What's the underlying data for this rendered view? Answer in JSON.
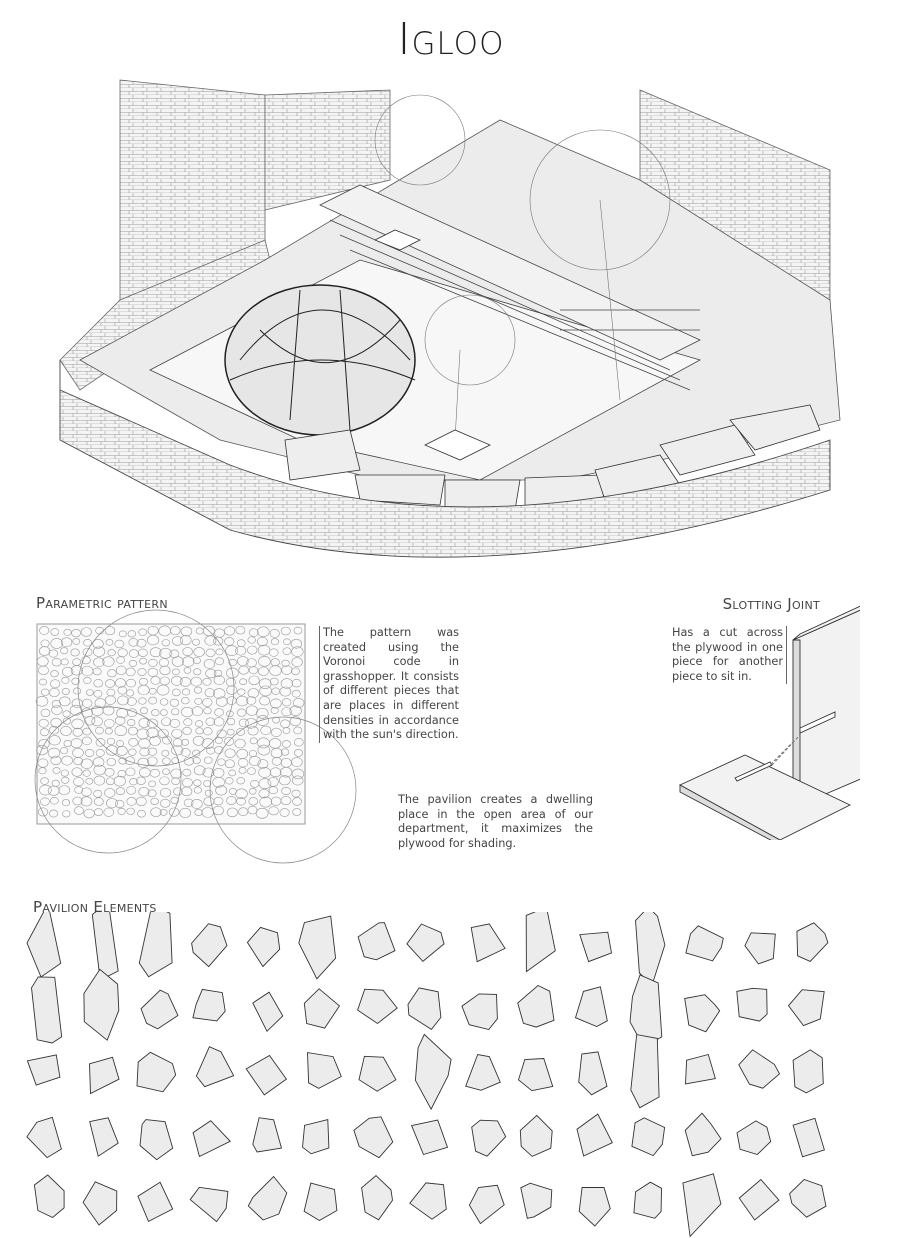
{
  "title": "Igloo",
  "parametric": {
    "heading": "Parametric pattern",
    "description": "The pattern was created using the Voronoi code in grasshopper. It consists of different pieces that are places in different densities in accordance with the sun's direction."
  },
  "slotting_joint": {
    "heading": "Slotting Joint",
    "description": "Has a cut across the plywood in one piece for another piece to sit in."
  },
  "pavilion_text": "The pavilion creates a dwelling place in the open area of our department, it maximizes the plywood for shading.",
  "pavilion_elements": {
    "heading": "Pavilion Elements"
  },
  "colors": {
    "ink": "#333333",
    "panel_fill": "#ececec",
    "brick": "#bdbdbd"
  }
}
